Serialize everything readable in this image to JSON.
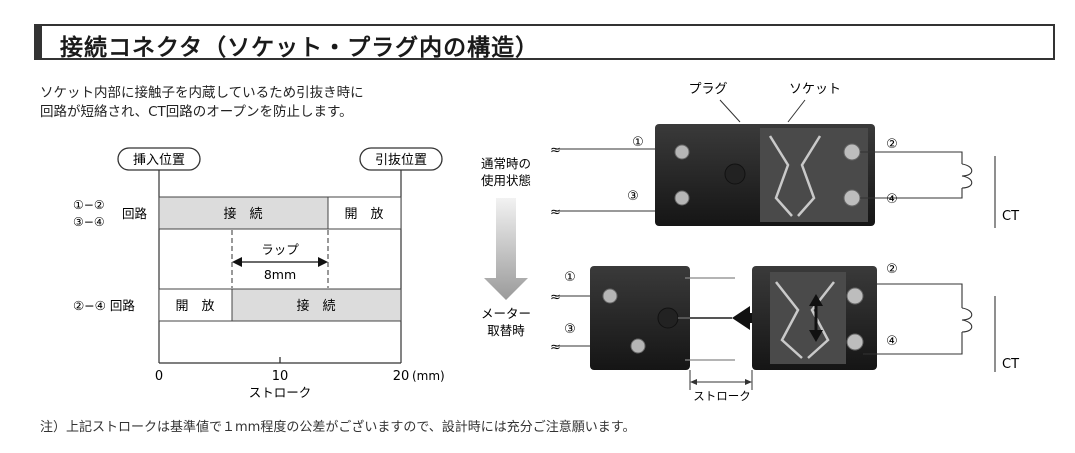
{
  "title": "接続コネクタ（ソケット・プラグ内の構造）",
  "description": {
    "line1": "ソケット内部に接触子を内蔵しているため引抜き時に",
    "line2": "回路が短絡され、CT回路のオープンを防止します。"
  },
  "timing": {
    "insert_label": "挿入位置",
    "extract_label": "引抜位置",
    "row1_label_a": "①−②",
    "row1_label_b": "③−④",
    "row1_label_c": "回路",
    "row1_connected": "接　続",
    "row1_open": "開　放",
    "lap_label": "ラップ",
    "lap_value": "8mm",
    "row2_label": "②−④ 回路",
    "row2_open": "開　放",
    "row2_connected": "接　続",
    "tick_0": "0",
    "tick_10": "10",
    "tick_20": "20",
    "unit": "(mm)",
    "axis_label": "ストローク"
  },
  "photo": {
    "plug_label": "プラグ",
    "socket_label": "ソケット",
    "normal_line1": "通常時の",
    "normal_line2": "使用状態",
    "replace_line1": "メーター",
    "replace_line2": "取替時",
    "n1": "①",
    "n2": "②",
    "n3": "③",
    "n4": "④",
    "ct": "CT",
    "stroke_label": "ストローク"
  },
  "note": "注）上記ストロークは基準値で１mm程度の公差がございますので、設計時には充分ご注意願います。"
}
